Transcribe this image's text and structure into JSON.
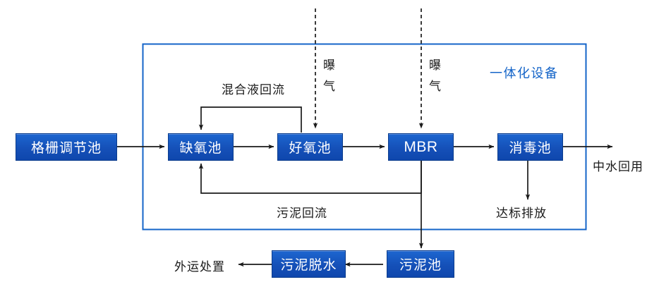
{
  "diagram": {
    "title_hidden": "",
    "container_label": "一体化设备",
    "colors": {
      "node_fill": "#1550b8",
      "node_border": "#0b3c8c",
      "node_text": "#ffffff",
      "container_border": "#1464c8",
      "brand_text": "#1464c8",
      "line": "#1a1a1a",
      "background": "#ffffff"
    },
    "nodes": [
      {
        "id": "grit",
        "label": "格栅调节池",
        "script": "cjk"
      },
      {
        "id": "anoxic",
        "label": "缺氧池",
        "script": "cjk"
      },
      {
        "id": "aerobic",
        "label": "好氧池",
        "script": "cjk"
      },
      {
        "id": "mbr",
        "label": "MBR",
        "script": "latin"
      },
      {
        "id": "disinfect",
        "label": "消毒池",
        "script": "cjk"
      },
      {
        "id": "sludge_tank",
        "label": "污泥池",
        "script": "cjk"
      },
      {
        "id": "dewater",
        "label": "污泥脱水",
        "script": "cjk"
      }
    ],
    "flow_labels": [
      {
        "id": "mixed_liquor_return",
        "text": "混合液回流"
      },
      {
        "id": "aeration_1",
        "text": "曝气"
      },
      {
        "id": "aeration_2",
        "text": "曝气"
      },
      {
        "id": "sludge_return",
        "text": "污泥回流"
      },
      {
        "id": "reclaimed_water",
        "text": "中水回用"
      },
      {
        "id": "compliant_discharge",
        "text": "达标排放"
      },
      {
        "id": "offsite_disposal",
        "text": "外运处置"
      }
    ]
  }
}
